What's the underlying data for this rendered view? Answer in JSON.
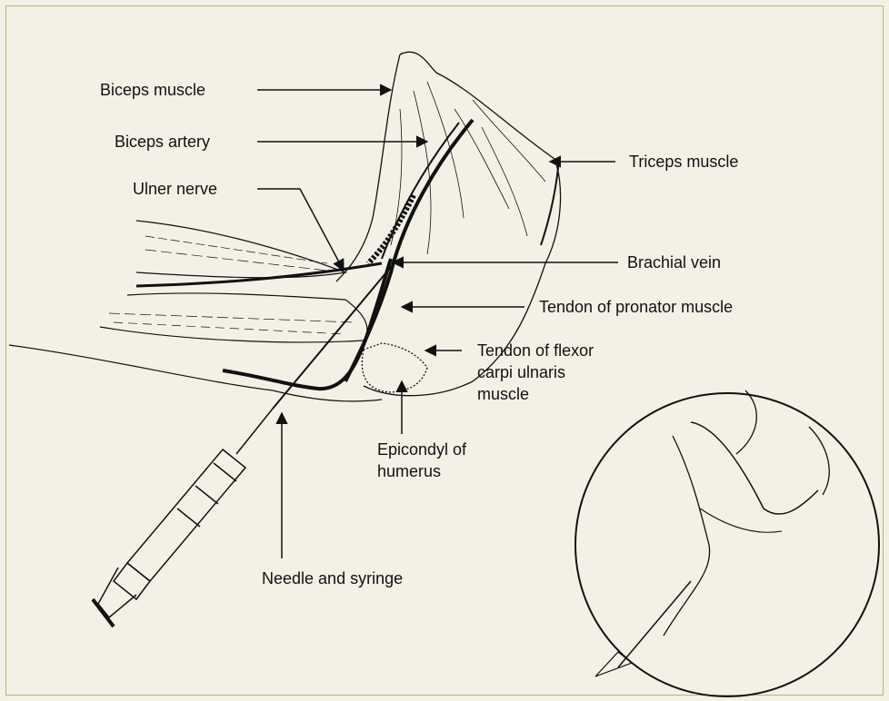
{
  "labels": {
    "biceps_muscle": "Biceps muscle",
    "biceps_artery": "Biceps artery",
    "ulner_nerve": "Ulner nerve",
    "triceps_muscle": "Triceps muscle",
    "brachial_vein": "Brachial vein",
    "tendon_pronator": "Tendon of pronator muscle",
    "tendon_flexor": {
      "line1": "Tendon of flexor",
      "line2": "carpi ulnaris",
      "line3": "muscle"
    },
    "epicondyl": {
      "line1": "Epicondyl of",
      "line2": "humerus"
    },
    "needle_syringe": "Needle and syringe"
  },
  "colors": {
    "background": "#f3f1e6",
    "border": "#a8bf6a",
    "ink": "#111111"
  }
}
